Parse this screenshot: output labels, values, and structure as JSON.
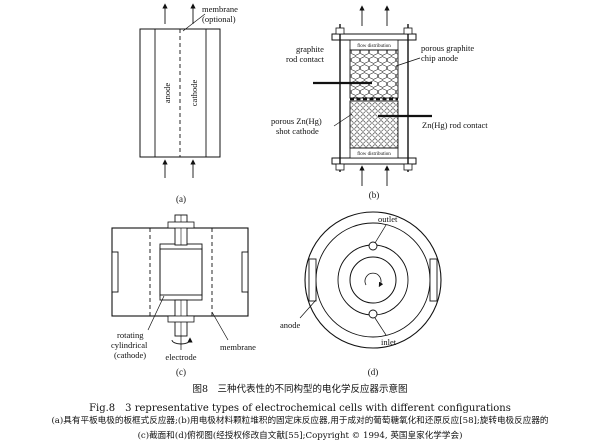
{
  "panel_a": {
    "membrane_label": "membrane",
    "membrane_optional": "(optional)",
    "anode_label": "anode",
    "cathode_label": "cathode",
    "sub_label": "(a)"
  },
  "panel_b": {
    "graphite_line1": "graphite",
    "graphite_line2": "rod contact",
    "porous_line1": "porous graphite",
    "porous_line2": "chip anode",
    "shot_line1": "porous Zn(Hg)",
    "shot_line2": "shot cathode",
    "rod_label": "Zn(Hg) rod contact",
    "flow_top": "flow distribution",
    "flow_bottom": "flow distribution",
    "sub_label": "(b)"
  },
  "panel_c": {
    "rotating_line1": "rotating",
    "rotating_line2": "cylindrical",
    "rotating_line3": "(cathode)",
    "electrode_label": "electrode",
    "membrane_label": "membrane",
    "sub_label": "(c)"
  },
  "panel_d": {
    "outlet_label": "outlet",
    "anode_label": "anode",
    "inlet_label": "inlet",
    "sub_label": "(d)"
  },
  "caption": {
    "cn_title": "图8　三种代表性的不同构型的电化学反应器示意图",
    "en_title": "Fig.8　3 representative types of electrochemical cells with different configurations",
    "cn_line1": "(a)具有平板电极的板框式反应器;(b)用电极材料颗粒堆积的固定床反应器,用于成对的葡萄糖氧化和还原反应[58];旋转电极反应器的",
    "cn_line2": "(c)截面和(d)俯视图(经授权修改自文献[55];Copyright © 1994, 英国皇家化学学会)"
  }
}
